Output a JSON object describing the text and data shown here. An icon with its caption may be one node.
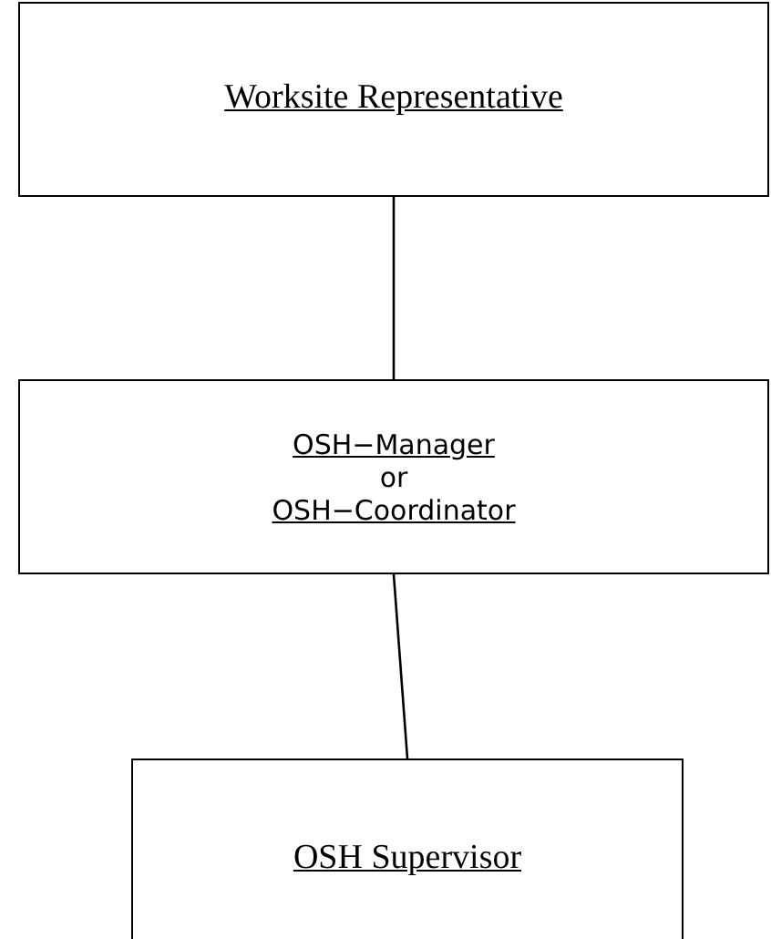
{
  "diagram": {
    "nodes": [
      {
        "text": [
          "Worksite Representative"
        ]
      },
      {
        "text": [
          "OSH−Manager",
          "or",
          "OSH−Coordinator"
        ]
      },
      {
        "text": [
          "OSH Supervisor"
        ]
      }
    ],
    "edges": [
      {
        "from": 0,
        "to": 1,
        "arrow": "none"
      },
      {
        "from": 1,
        "to": 2,
        "arrow": "none"
      }
    ]
  }
}
